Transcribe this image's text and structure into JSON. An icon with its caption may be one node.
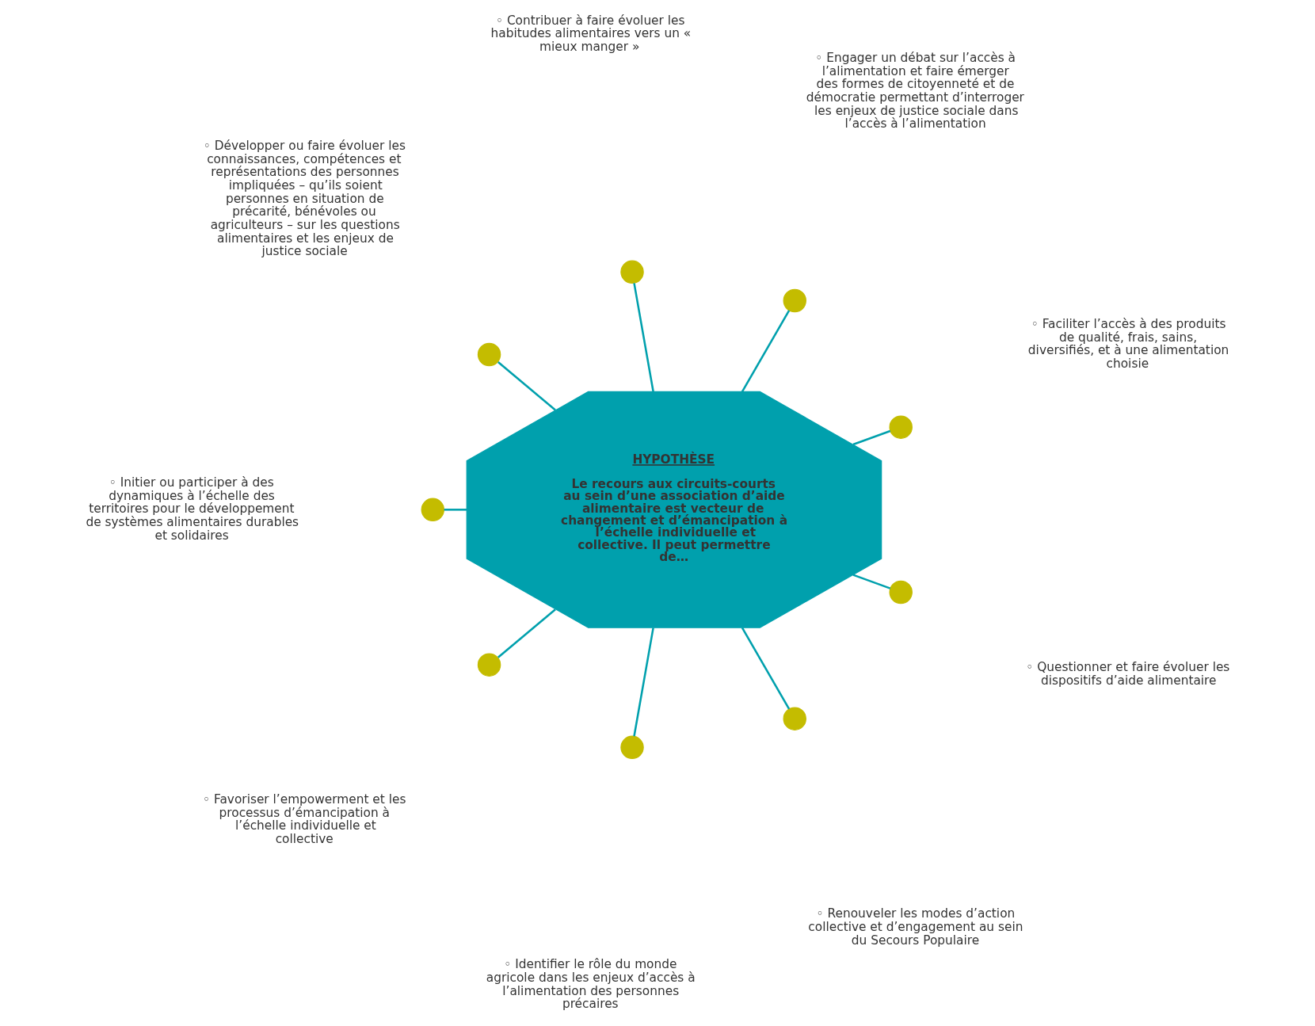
{
  "diagram": {
    "nodes": [
      {
        "text": [
          "HYPOTHÈSE",
          "Le recours aux circuits-courts au sein d’une association d’aide alimentaire est vecteur de changement et d’émancipation à l’échelle individuelle et collective. Il peut permettre de…"
        ]
      },
      {
        "text": [
          "◦ Faciliter l’accès à des produits de qualité, frais, sains, diversifiés, et à une alimentation choisie"
        ]
      },
      {
        "text": [
          "◦ Engager un débat sur l’accès à l’alimentation et faire émerger des formes de citoyenneté et de démocratie permettant d’interroger les enjeux de justice sociale dans l’accès à l’alimentation"
        ]
      },
      {
        "text": [
          "◦ Contribuer à faire évoluer les habitudes alimentaires vers un « mieux manger »"
        ]
      },
      {
        "text": [
          "◦ Développer ou faire évoluer les connaissances, compétences et représentations des personnes impliquées – qu’ils soient personnes en situation de précarité, bénévoles ou agriculteurs – sur les questions alimentaires et les enjeux de justice sociale"
        ]
      },
      {
        "text": [
          "◦ Initier ou participer à des dynamiques à l’échelle des territoires pour le développement de systèmes alimentaires durables et solidaires"
        ]
      },
      {
        "text": [
          "◦ Favoriser l’empowerment et les processus d’émancipation à l’échelle individuelle et collective"
        ]
      },
      {
        "text": [
          "◦ Identifier le rôle du monde agricole dans les enjeux d’accès à l’alimentation des personnes précaires"
        ]
      },
      {
        "text": [
          "◦ Renouveler les modes d’action collective et d’engagement au sein du Secours Populaire"
        ]
      },
      {
        "text": [
          "◦ Questionner et faire évoluer les dispositifs d’aide alimentaire"
        ]
      },
      {
        "text": [],
        "shape": "circle"
      },
      {
        "text": [],
        "shape": "circle"
      },
      {
        "text": [],
        "shape": "circle"
      },
      {
        "text": [],
        "shape": "circle"
      },
      {
        "text": [],
        "shape": "circle"
      },
      {
        "text": [],
        "shape": "circle"
      },
      {
        "text": [],
        "shape": "circle"
      },
      {
        "text": [],
        "shape": "circle"
      },
      {
        "text": [],
        "shape": "circle"
      }
    ],
    "edges": [
      {
        "from": 10,
        "to": 0,
        "arrow": "none"
      },
      {
        "from": 11,
        "to": 0,
        "arrow": "none"
      },
      {
        "from": 12,
        "to": 0,
        "arrow": "none"
      },
      {
        "from": 13,
        "to": 0,
        "arrow": "none"
      },
      {
        "from": 14,
        "to": 0,
        "arrow": "none"
      },
      {
        "from": 15,
        "to": 0,
        "arrow": "none"
      },
      {
        "from": 16,
        "to": 0,
        "arrow": "none"
      },
      {
        "from": 17,
        "to": 0,
        "arrow": "none"
      },
      {
        "from": 18,
        "to": 0,
        "arrow": "none"
      }
    ]
  }
}
